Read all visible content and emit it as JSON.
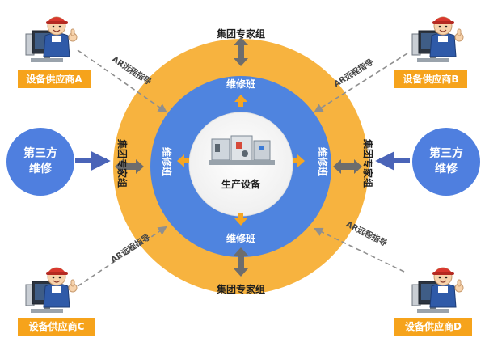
{
  "center": {
    "label": "生产设备"
  },
  "expert_group": {
    "top": "集团专家组",
    "bottom": "集团专家组",
    "left": "集团专家组",
    "right": "集团专家组"
  },
  "repair_team": {
    "top": "维修班",
    "bottom": "维修班",
    "left": "维修班",
    "right": "维修班"
  },
  "third_party": {
    "left": {
      "line1": "第三方",
      "line2": "维修"
    },
    "right": {
      "line1": "第三方",
      "line2": "维修"
    }
  },
  "suppliers": {
    "a": "设备供应商A",
    "b": "设备供应商B",
    "c": "设备供应商C",
    "d": "设备供应商D"
  },
  "ar_guidance": {
    "a": "AR远程指导",
    "b": "AR远程指导",
    "c": "AR远程指导",
    "d": "AR远程指导"
  },
  "colors": {
    "outer_ring": "#f7b33f",
    "inner_ring": "#4f84df",
    "supplier_label": "#f6a31b",
    "third_party": "#4f7fdf",
    "arrow": "#6d6d6d"
  }
}
